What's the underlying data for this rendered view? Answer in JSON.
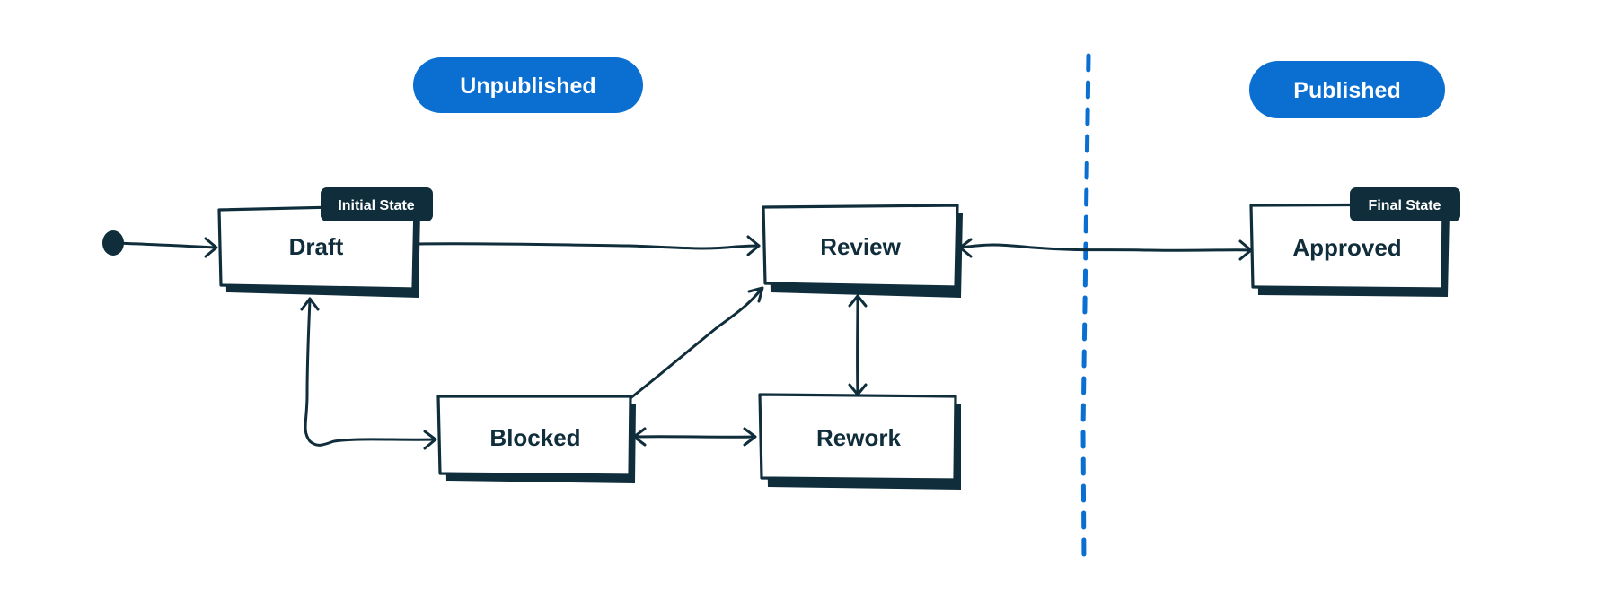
{
  "colors": {
    "ink": "#0f2d3a",
    "accent": "#0a6fd1",
    "background": "#ffffff"
  },
  "groups": {
    "unpublished": "Unpublished",
    "published": "Published"
  },
  "states": {
    "draft": "Draft",
    "review": "Review",
    "blocked": "Blocked",
    "rework": "Rework",
    "approved": "Approved"
  },
  "tags": {
    "initial": "Initial State",
    "final": "Final State"
  },
  "transitions": [
    {
      "from": "start",
      "to": "Draft"
    },
    {
      "from": "Draft",
      "to": "Review"
    },
    {
      "from": "Review",
      "to": "Approved"
    },
    {
      "from": "Approved",
      "to": "Review"
    },
    {
      "from": "Draft",
      "to": "Blocked"
    },
    {
      "from": "Blocked",
      "to": "Draft"
    },
    {
      "from": "Blocked",
      "to": "Review"
    },
    {
      "from": "Review",
      "to": "Rework"
    },
    {
      "from": "Rework",
      "to": "Review"
    },
    {
      "from": "Blocked",
      "to": "Rework"
    },
    {
      "from": "Rework",
      "to": "Blocked"
    }
  ]
}
